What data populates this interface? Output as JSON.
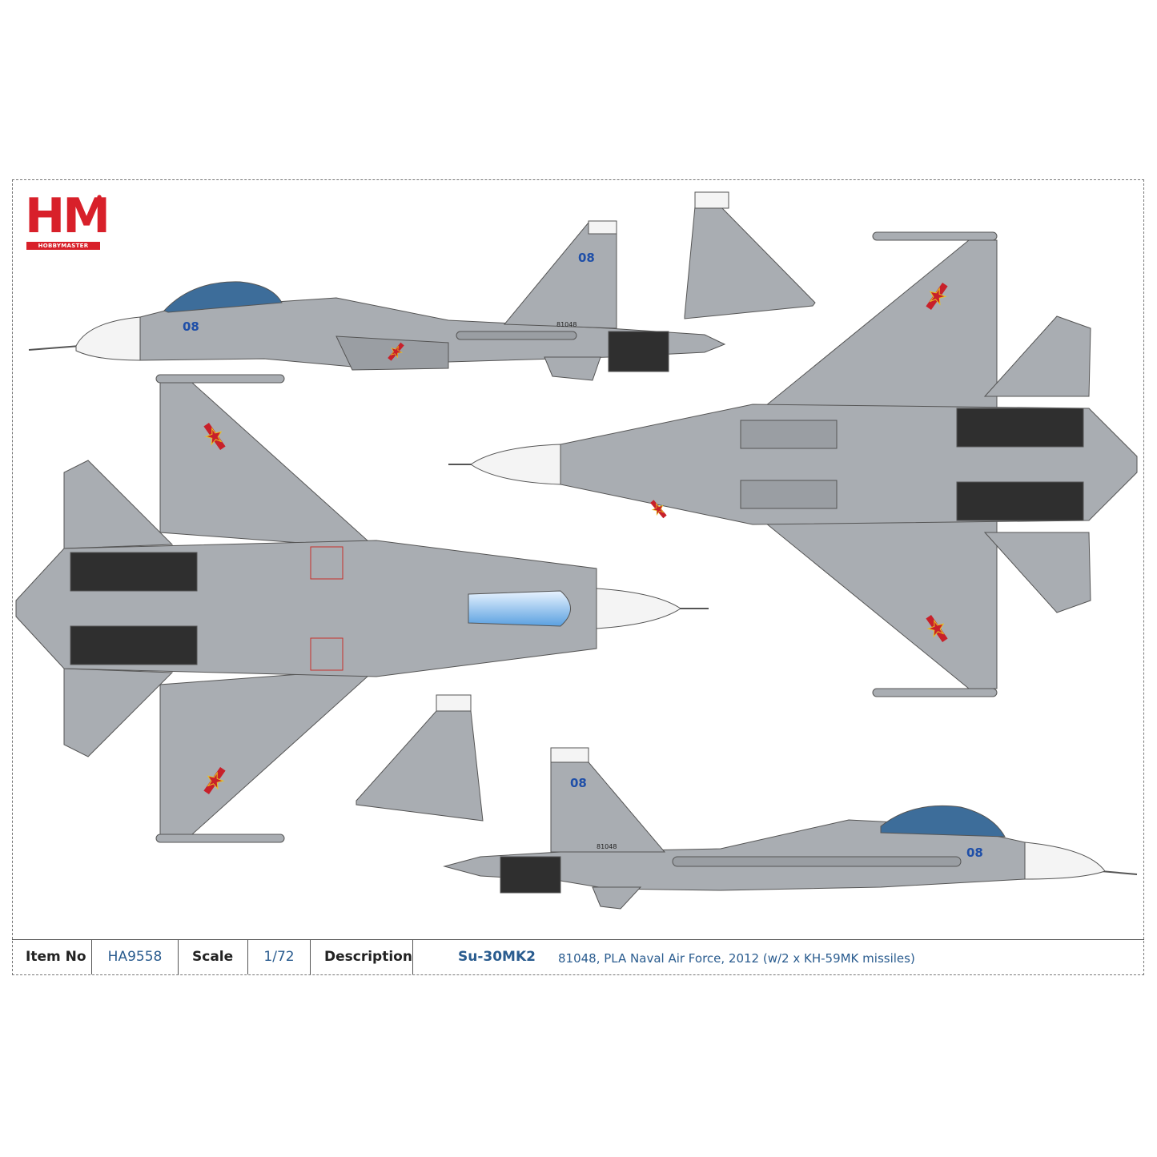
{
  "brand": {
    "logo_letters": "HM",
    "logo_subtitle": "HOBBYMASTER",
    "color": "#d8202a"
  },
  "aircraft": {
    "side_number": "08",
    "serial": "81048",
    "camo_color": "#a9adb2",
    "roundel_color": "#c8202a",
    "canopy_color": "#7fb6e8"
  },
  "info_table": {
    "item_no_label": "Item No",
    "item_no": "HA9558",
    "scale_label": "Scale",
    "scale": "1/72",
    "description_label": "Description",
    "model": "Su-30MK2",
    "description": "81048, PLA Naval Air Force, 2012 (w/2 x KH-59MK missiles)"
  }
}
